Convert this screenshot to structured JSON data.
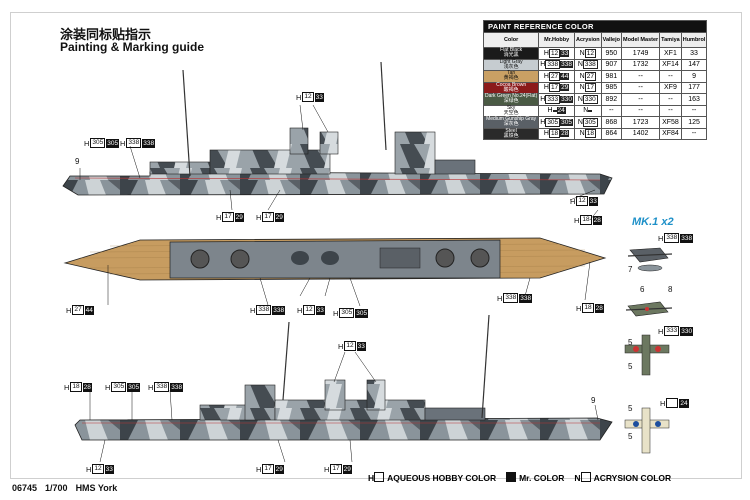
{
  "title_cn": "涂装同标贴指示",
  "title_en": "Painting & Marking guide",
  "table": {
    "title": "PAINT REFERENCE COLOR",
    "headers": [
      "Color",
      "Mr.Hobby",
      "Acrysion",
      "Vallejo",
      "Model Master",
      "Tamiya",
      "Humbrol"
    ],
    "rows": [
      {
        "name": "Flat Black",
        "cn": "消光黑",
        "swatch": "#1a1a1a",
        "text": "#ffffff",
        "mh": "12",
        "mh_box": "33",
        "ac": "12",
        "val": "950",
        "mm": "1749",
        "tam": "XF1",
        "hum": "33"
      },
      {
        "name": "Light Gray",
        "cn": "浅灰色",
        "swatch": "#c6ccd0",
        "text": "#111111",
        "mh": "338",
        "mh_box": "338",
        "ac": "338",
        "val": "907",
        "mm": "1732",
        "tam": "XF14",
        "hum": "147"
      },
      {
        "name": "Tan",
        "cn": "黄褐色",
        "swatch": "#c9a064",
        "text": "#111111",
        "mh": "27",
        "mh_box": "44",
        "ac": "27",
        "val": "981",
        "mm": "--",
        "tam": "--",
        "hum": "9"
      },
      {
        "name": "Cocoa Brown",
        "cn": "酸褐色",
        "swatch": "#8b1a1a",
        "text": "#ffffff",
        "mh": "17",
        "mh_box": "29",
        "ac": "17",
        "val": "985",
        "mm": "--",
        "tam": "XF9",
        "hum": "177"
      },
      {
        "name": "Dark Green No.24(Flat)",
        "cn": "深绿色",
        "swatch": "#4a5a44",
        "text": "#ffffff",
        "mh": "333",
        "mh_box": "330",
        "ac": "330",
        "val": "892",
        "mm": "--",
        "tam": "--",
        "hum": "163"
      },
      {
        "name": "Sky",
        "cn": "天空色",
        "swatch": "#ffffff",
        "text": "#111111",
        "mh": "",
        "mh_box": "24",
        "ac": "",
        "val": "--",
        "mm": "--",
        "tam": "--",
        "hum": "--"
      },
      {
        "name": "Medium Gunship Gray",
        "cn": "深灰色",
        "swatch": "#5a6066",
        "text": "#ffffff",
        "mh": "305",
        "mh_box": "305",
        "ac": "305",
        "val": "868",
        "mm": "1723",
        "tam": "XF58",
        "hum": "125"
      },
      {
        "name": "Steel",
        "cn": "黑铁色",
        "swatch": "#2a2a2a",
        "text": "#ffffff",
        "mh": "18",
        "mh_box": "28",
        "ac": "18",
        "val": "864",
        "mm": "1402",
        "tam": "XF84",
        "hum": "--"
      }
    ]
  },
  "callouts": {
    "h12_33": {
      "h": "H",
      "a": "12",
      "b": "33"
    },
    "h305_305": {
      "h": "H",
      "a": "305",
      "b": "305"
    },
    "h338_338": {
      "h": "H",
      "a": "338",
      "b": "338"
    },
    "h17_29": {
      "h": "H",
      "a": "17",
      "b": "29"
    },
    "h18_28": {
      "h": "H",
      "a": "18",
      "b": "28"
    },
    "h27_44": {
      "h": "H",
      "a": "27",
      "b": "44"
    },
    "h333_330": {
      "h": "H",
      "a": "333",
      "b": "330"
    },
    "h_24": {
      "h": "H",
      "a": "",
      "b": "24"
    },
    "n9": "9",
    "n7": "7",
    "n6": "6",
    "n8": "8",
    "n5": "5"
  },
  "mk": "MK.1 x2",
  "legend": {
    "aqueous": "AQUEOUS HOBBY COLOR",
    "mr": "Mr. COLOR",
    "acrysion": "ACRYSION COLOR",
    "h": "H",
    "n": "N"
  },
  "footer": {
    "code": "06745",
    "scale": "1/700",
    "name": "HMS York"
  }
}
